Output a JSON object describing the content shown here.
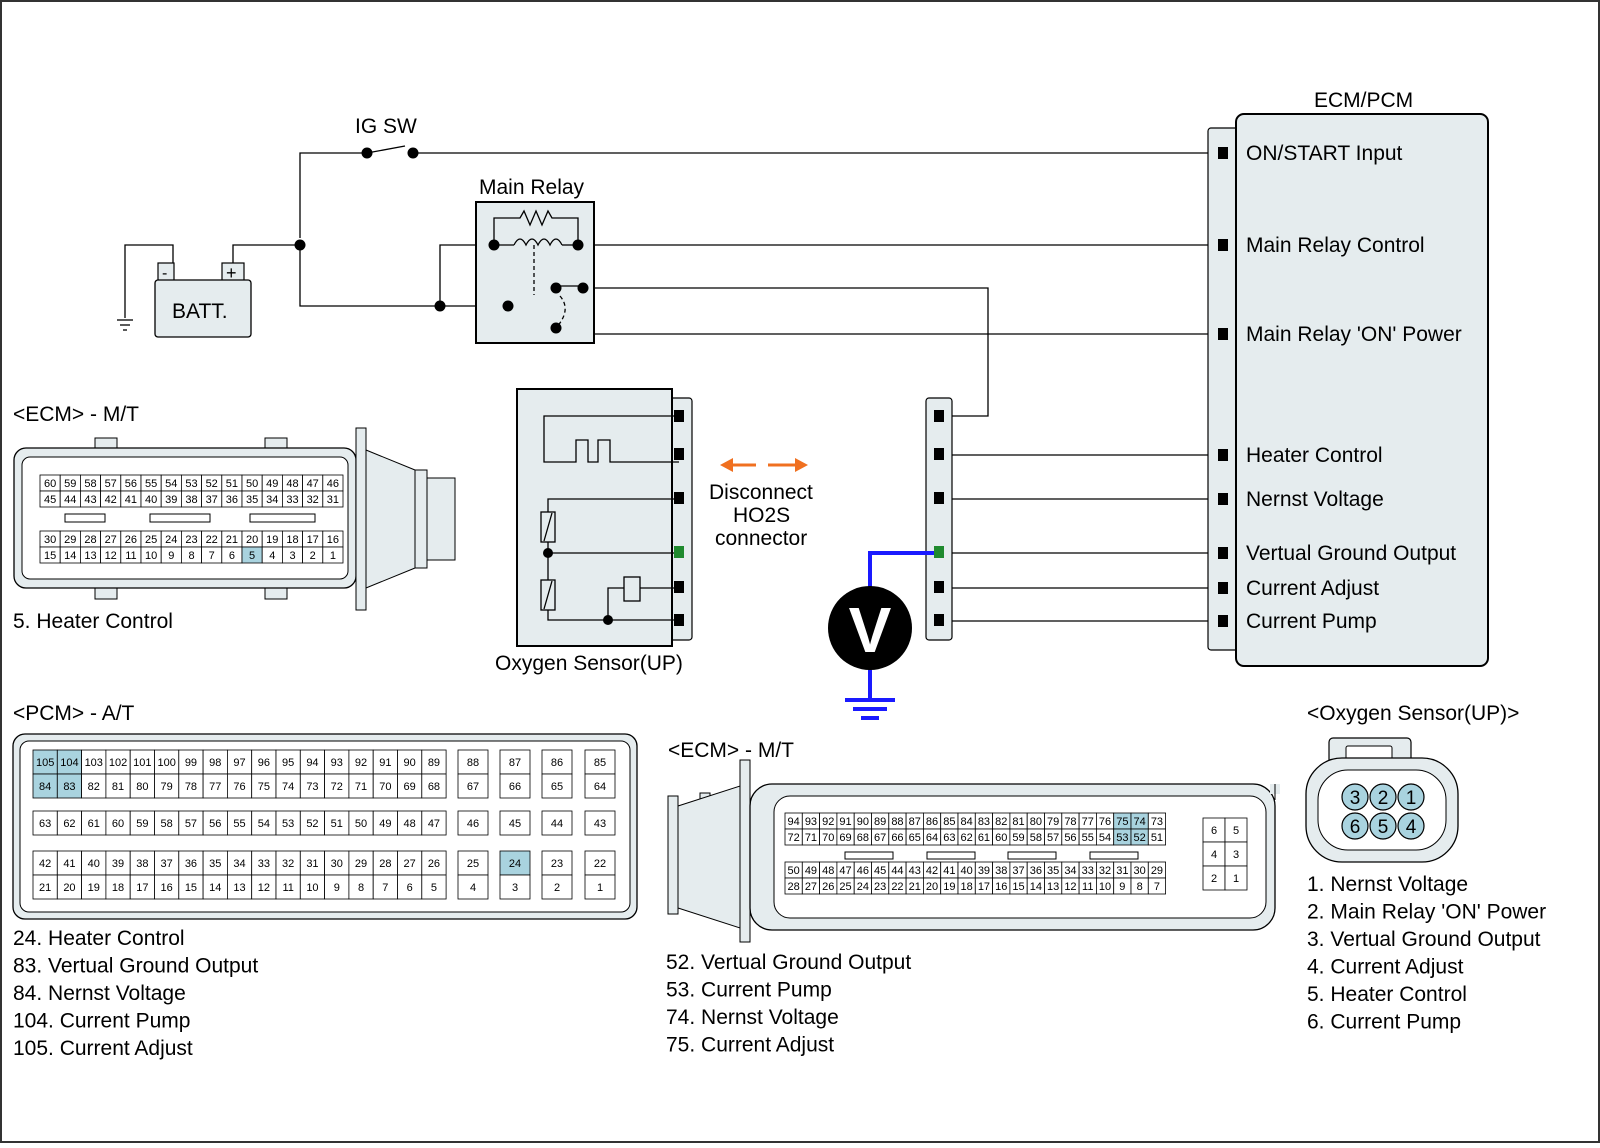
{
  "colors": {
    "wire": "#000000",
    "probe": "#1a1aff",
    "highlight_pin": "#a9d3df",
    "connector_fill": "#e5ecee",
    "arrow": "#f07020",
    "green_terminal": "#1f8a2e",
    "green_text": "#2f8a2f"
  },
  "circuit": {
    "ig_sw": "IG SW",
    "main_relay": "Main Relay",
    "battery": "BATT.",
    "battery_minus": "-",
    "battery_plus": "+",
    "ecm_title": "ECM/PCM",
    "ecm_pins": [
      "ON/START Input",
      "Main Relay Control",
      "Main Relay 'ON' Power",
      "Heater Control",
      "Nernst Voltage",
      "Vertual Ground Output",
      "Current Adjust",
      "Current Pump"
    ],
    "sensor_label": "Oxygen Sensor(UP)",
    "disconnect_note": [
      "Disconnect",
      "HO2S",
      "connector"
    ],
    "meter_symbol": "V"
  },
  "ecm_mt_small": {
    "title": "<ECM> - M/T",
    "rows": [
      [
        "60",
        "59",
        "58",
        "57",
        "56",
        "55",
        "54",
        "53",
        "52",
        "51",
        "50",
        "49",
        "48",
        "47",
        "46"
      ],
      [
        "45",
        "44",
        "43",
        "42",
        "41",
        "40",
        "39",
        "38",
        "37",
        "36",
        "35",
        "34",
        "33",
        "32",
        "31"
      ],
      [
        "30",
        "29",
        "28",
        "27",
        "26",
        "25",
        "24",
        "23",
        "22",
        "21",
        "20",
        "19",
        "18",
        "17",
        "16"
      ],
      [
        "15",
        "14",
        "13",
        "12",
        "11",
        "10",
        "9",
        "8",
        "7",
        "6",
        "5",
        "4",
        "3",
        "2",
        "1"
      ]
    ],
    "highlighted": [
      "5"
    ],
    "legend": [
      "5. Heater Control"
    ]
  },
  "pcm_at": {
    "title": "<PCM> - A/T",
    "main_rows": [
      [
        "105",
        "104",
        "103",
        "102",
        "101",
        "100",
        "99",
        "98",
        "97",
        "96",
        "95",
        "94",
        "93",
        "92",
        "91",
        "90",
        "89"
      ],
      [
        "84",
        "83",
        "82",
        "81",
        "80",
        "79",
        "78",
        "77",
        "76",
        "75",
        "74",
        "73",
        "72",
        "71",
        "70",
        "69",
        "68"
      ],
      [
        "63",
        "62",
        "61",
        "60",
        "59",
        "58",
        "57",
        "56",
        "55",
        "54",
        "53",
        "52",
        "51",
        "50",
        "49",
        "48",
        "47"
      ],
      [
        "42",
        "41",
        "40",
        "39",
        "38",
        "37",
        "36",
        "35",
        "34",
        "33",
        "32",
        "31",
        "30",
        "29",
        "28",
        "27",
        "26"
      ],
      [
        "21",
        "20",
        "19",
        "18",
        "17",
        "16",
        "15",
        "14",
        "13",
        "12",
        "11",
        "10",
        "9",
        "8",
        "7",
        "6",
        "5"
      ]
    ],
    "side_rows": [
      [
        "88",
        "87",
        "86",
        "85"
      ],
      [
        "67",
        "66",
        "65",
        "64"
      ],
      [
        "46",
        "45",
        "44",
        "43"
      ],
      [
        "25",
        "24",
        "23",
        "22"
      ],
      [
        "4",
        "3",
        "2",
        "1"
      ]
    ],
    "highlighted": [
      "105",
      "104",
      "84",
      "83",
      "24"
    ],
    "legend": [
      "24. Heater Control",
      "83. Vertual Ground Output",
      "84. Nernst Voltage",
      "104. Current Pump",
      "105. Current Adjust"
    ]
  },
  "ecm_mt_large": {
    "title": "<ECM> - M/T",
    "rows": [
      [
        "94",
        "93",
        "92",
        "91",
        "90",
        "89",
        "88",
        "87",
        "86",
        "85",
        "84",
        "83",
        "82",
        "81",
        "80",
        "79",
        "78",
        "77",
        "76",
        "75",
        "74",
        "73"
      ],
      [
        "72",
        "71",
        "70",
        "69",
        "68",
        "67",
        "66",
        "65",
        "64",
        "63",
        "62",
        "61",
        "60",
        "59",
        "58",
        "57",
        "56",
        "55",
        "54",
        "53",
        "52",
        "51"
      ],
      [
        "50",
        "49",
        "48",
        "47",
        "46",
        "45",
        "44",
        "43",
        "42",
        "41",
        "40",
        "39",
        "38",
        "37",
        "36",
        "35",
        "34",
        "33",
        "32",
        "31",
        "30",
        "29"
      ],
      [
        "28",
        "27",
        "26",
        "25",
        "24",
        "23",
        "22",
        "21",
        "20",
        "19",
        "18",
        "17",
        "16",
        "15",
        "14",
        "13",
        "12",
        "11",
        "10",
        "9",
        "8",
        "7"
      ]
    ],
    "side_rows": [
      [
        "6",
        "5"
      ],
      [
        "4",
        "3"
      ],
      [
        "2",
        "1"
      ]
    ],
    "highlighted": [
      "75",
      "74",
      "53",
      "52"
    ],
    "legend": [
      "52. Vertual Ground Output",
      "53. Current Pump",
      "74. Nernst Voltage",
      "75. Current Adjust"
    ]
  },
  "o2_connector": {
    "title": "<Oxygen Sensor(UP)>",
    "pins_top": [
      "3",
      "2",
      "1"
    ],
    "pins_bottom": [
      "6",
      "5",
      "4"
    ],
    "legend": [
      "1. Nernst Voltage",
      "2. Main Relay 'ON' Power",
      "3. Vertual Ground Output",
      "4. Current Adjust",
      "5. Heater Control",
      "6. Current Pump"
    ],
    "legend_highlight_index": 2
  }
}
